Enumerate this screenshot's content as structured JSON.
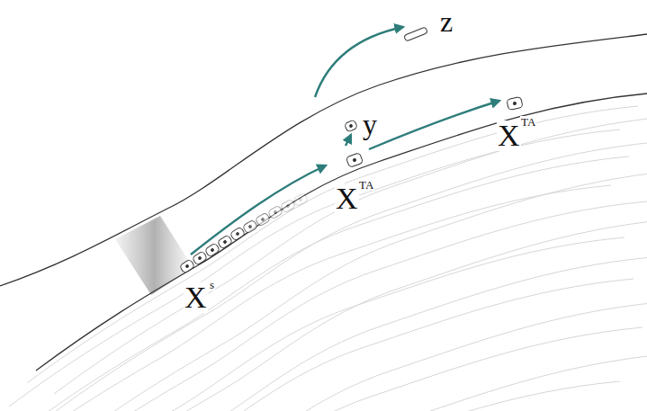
{
  "diagram": {
    "labels": [
      "X",
      "s",
      "X",
      "TA",
      "y",
      "z",
      "X",
      "TA"
    ]
  }
}
